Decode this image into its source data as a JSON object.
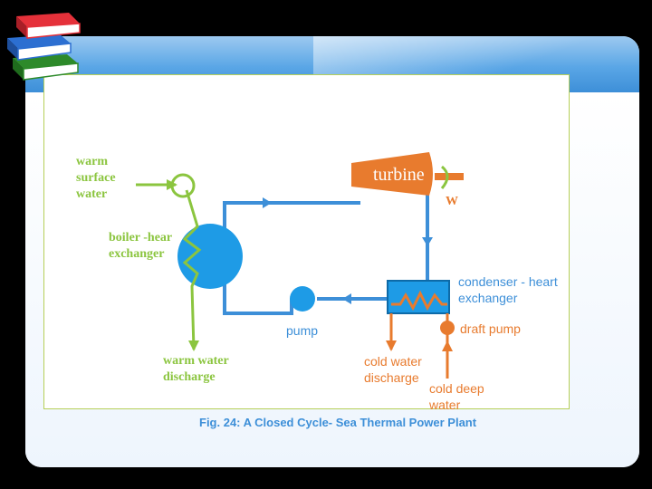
{
  "labels": {
    "warm_surface_water": [
      "warm",
      "surface",
      "water"
    ],
    "boiler": [
      "boiler -hear",
      "exchanger"
    ],
    "warm_water_discharge": [
      "warm water",
      "discharge"
    ],
    "turbine": "turbine",
    "work": "W",
    "condenser": [
      "condenser - heart",
      "exchanger"
    ],
    "pump": "pump",
    "draft_pump": "draft pump",
    "cold_water_discharge": [
      "cold water",
      "discharge"
    ],
    "cold_deep_water": [
      "cold deep",
      "water"
    ]
  },
  "caption": "Fig. 24: A Closed Cycle- Sea Thermal Power Plant",
  "colors": {
    "green": "#8bc53f",
    "blue": "#3d8fd8",
    "orange": "#e87b2e",
    "frame": "#b6cf58"
  },
  "icons": [
    "books-icon"
  ]
}
